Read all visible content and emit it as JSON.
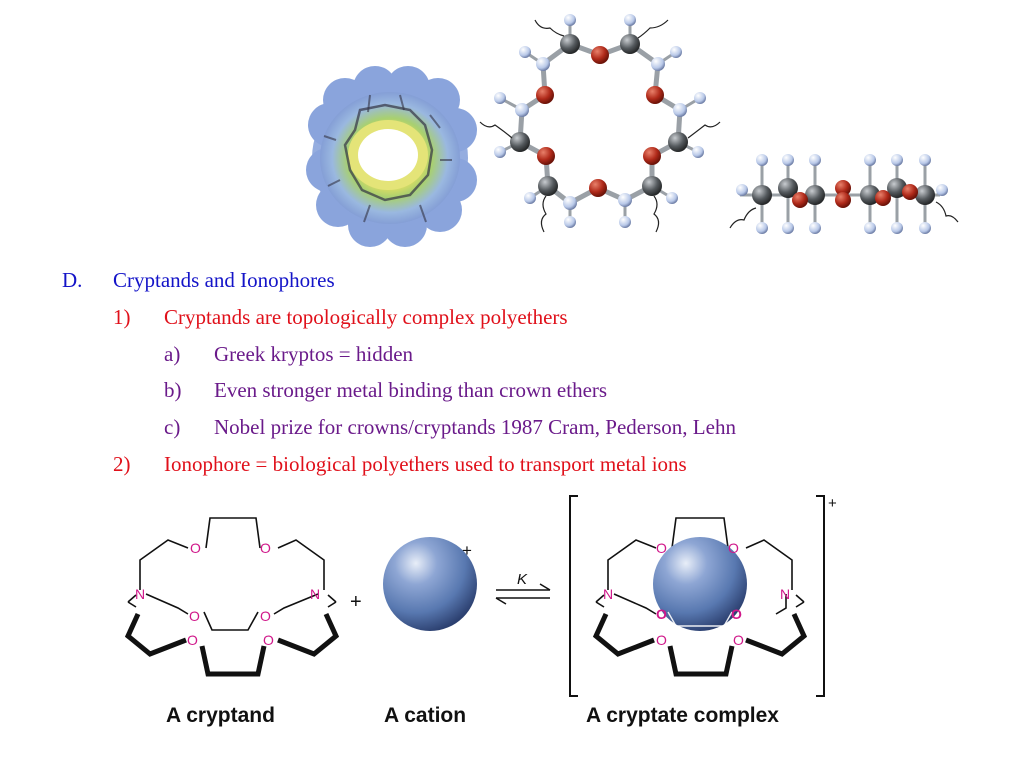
{
  "outline": {
    "d_marker": "D.",
    "d_text": "Cryptands and Ionophores",
    "item1_marker": "1)",
    "item1_text": "Cryptands are topologically complex polyethers",
    "a_marker": "a)",
    "a_text": "Greek kryptos = hidden",
    "b_marker": "b)",
    "b_text": "Even stronger metal binding than crown ethers",
    "c_marker": "c)",
    "c_text": "Nobel prize for crowns/cryptands 1987 Cram, Pederson, Lehn",
    "item2_marker": "2)",
    "item2_text": "Ionophore = biological polyethers used to transport metal ions"
  },
  "scheme": {
    "oxygen_label": "O",
    "nitrogen_label": "N",
    "plus_sign": "+",
    "cation_charge": "+",
    "equilibrium_constant": "K",
    "complex_charge": "+",
    "caption_cryptand": "A cryptand",
    "caption_cation": "A cation",
    "caption_complex": "A cryptate complex"
  },
  "colors": {
    "level1": "#1414c8",
    "level2": "#e0101a",
    "level3": "#6a1a8a",
    "heteroatom": "#d0188a",
    "oxygen_ball": "#b02a1a",
    "carbon_ball": "#555a5e",
    "hydrogen_ball": "#b8c8e8",
    "cation_sphere": "#5878b0"
  }
}
